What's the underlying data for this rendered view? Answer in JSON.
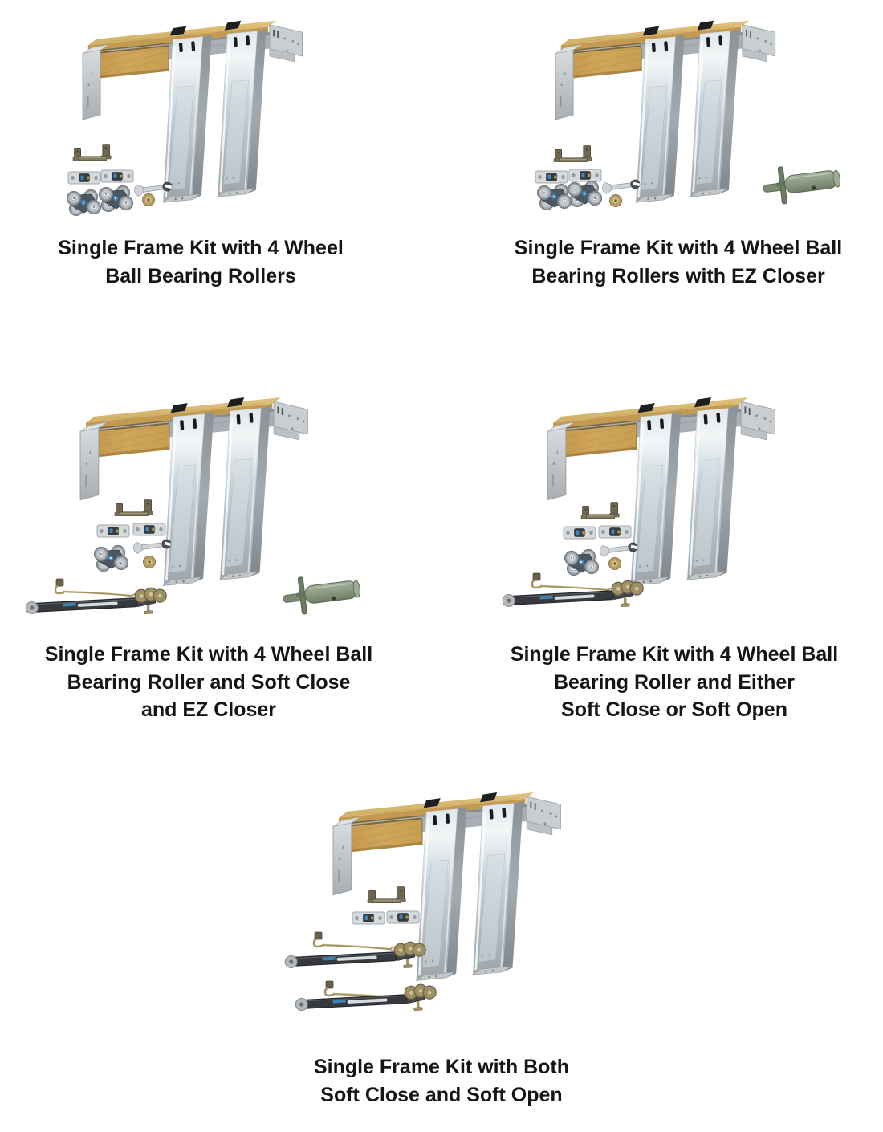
{
  "page": {
    "background": "#ffffff",
    "description_note": "Product comparison grid of five single pocket door frame kits"
  },
  "colors": {
    "background": "#ffffff",
    "caption_text": "#151515",
    "wood_light": "#d3b26a",
    "wood_mid": "#c89e52",
    "wood_dark": "#6d5628",
    "steel_light": "#f2f6f7",
    "steel_mid": "#c6d1d8",
    "steel_dark": "#8a9298",
    "metal_grey": "#c9ced1",
    "track_grey": "#a9afb4",
    "ez_closer_green": "#8b9a82",
    "brass": "#a3935e",
    "damper_black": "#36393d",
    "accent_blue": "#3f87b8"
  },
  "products": [
    {
      "id": "kit1",
      "caption_lines": [
        "Single Frame Kit with 4 Wheel",
        "Ball Bearing Rollers"
      ],
      "components": {
        "frame": 1,
        "bumper_bracket": 1,
        "door_plates": 2,
        "roller_trucks": 2,
        "wrench": 1,
        "washer": 1,
        "ez_closer": 0,
        "trip_levers": 0,
        "soft_close_dampers": 0
      }
    },
    {
      "id": "kit2",
      "caption_lines": [
        "Single Frame Kit with 4 Wheel Ball",
        "Bearing Rollers with EZ Closer"
      ],
      "components": {
        "frame": 1,
        "bumper_bracket": 1,
        "door_plates": 2,
        "roller_trucks": 2,
        "wrench": 1,
        "washer": 1,
        "ez_closer": 1,
        "trip_levers": 0,
        "soft_close_dampers": 0
      }
    },
    {
      "id": "kit3",
      "caption_lines": [
        "Single Frame Kit with 4 Wheel Ball",
        "Bearing Roller and Soft Close",
        "and EZ Closer"
      ],
      "components": {
        "frame": 1,
        "bumper_bracket": 1,
        "door_plates": 2,
        "roller_trucks": 1,
        "wrench": 1,
        "washer": 1,
        "ez_closer": 1,
        "trip_levers": 1,
        "soft_close_dampers": 1
      }
    },
    {
      "id": "kit4",
      "caption_lines": [
        "Single Frame Kit with 4 Wheel Ball",
        "Bearing Roller and Either",
        "Soft Close or Soft Open"
      ],
      "components": {
        "frame": 1,
        "bumper_bracket": 1,
        "door_plates": 2,
        "roller_trucks": 1,
        "wrench": 1,
        "washer": 1,
        "ez_closer": 0,
        "trip_levers": 1,
        "soft_close_dampers": 1
      }
    },
    {
      "id": "kit5",
      "caption_lines": [
        "Single Frame Kit with Both",
        "Soft Close and Soft Open"
      ],
      "components": {
        "frame": 1,
        "bumper_bracket": 1,
        "door_plates": 2,
        "roller_trucks": 0,
        "wrench": 0,
        "washer": 0,
        "ez_closer": 0,
        "trip_levers": 2,
        "soft_close_dampers": 2
      }
    }
  ]
}
